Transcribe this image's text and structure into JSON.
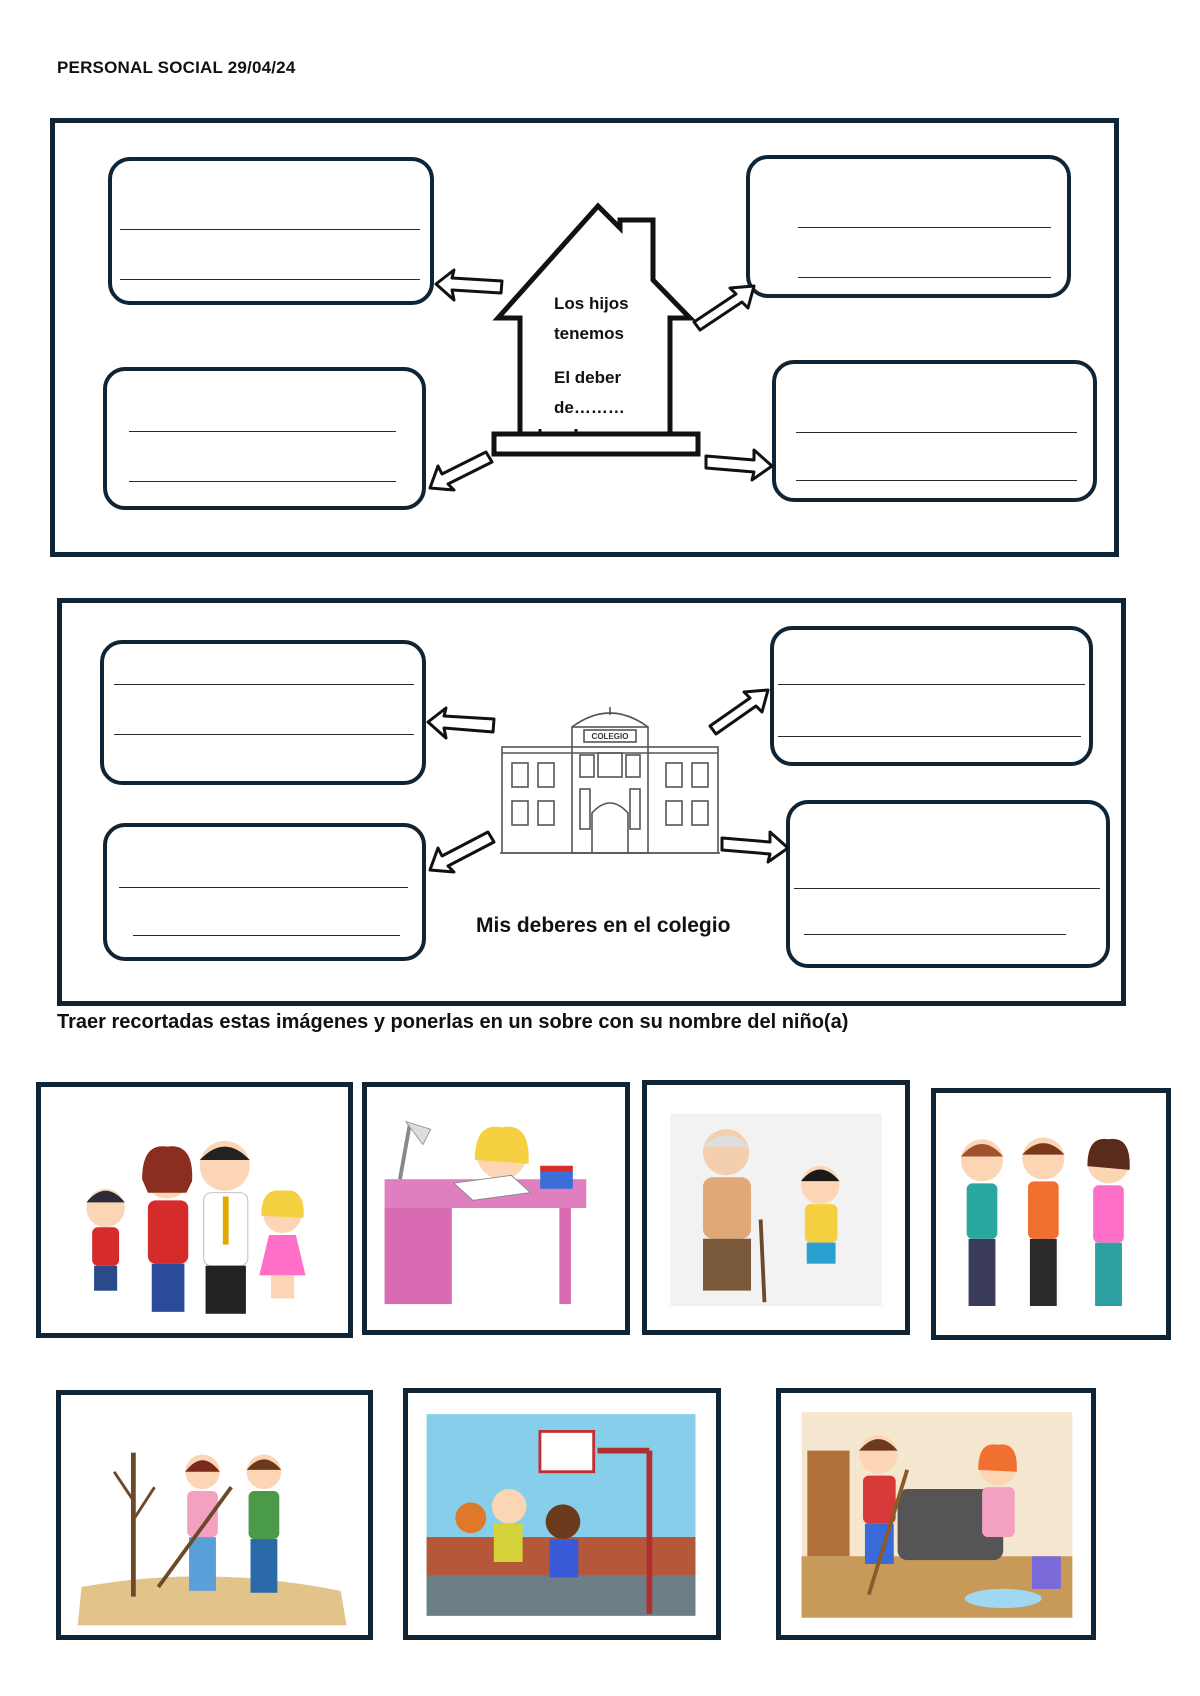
{
  "header": {
    "title": "PERSONAL SOCIAL 29/04/24"
  },
  "home_section": {
    "house_text_line1": "Los hijos",
    "house_text_line2": "tenemos",
    "house_text_line3": "El deber",
    "house_text_line4": "de………"
  },
  "school_section": {
    "building_sign": "COLEGIO",
    "caption": "Mis deberes en el colegio"
  },
  "instruction": "Traer recortadas estas imágenes y ponerlas en un sobre con su nombre del niño(a)",
  "cards": [
    {
      "icon": "family-image"
    },
    {
      "icon": "girl-studying-at-desk-image"
    },
    {
      "icon": "boy-helping-grandfather-image"
    },
    {
      "icon": "children-talking-image"
    },
    {
      "icon": "children-planting-tree-image"
    },
    {
      "icon": "children-playing-basketball-image"
    },
    {
      "icon": "children-cleaning-house-image"
    }
  ],
  "colors": {
    "border": "#0f2535",
    "line": "#2a2a2a"
  }
}
